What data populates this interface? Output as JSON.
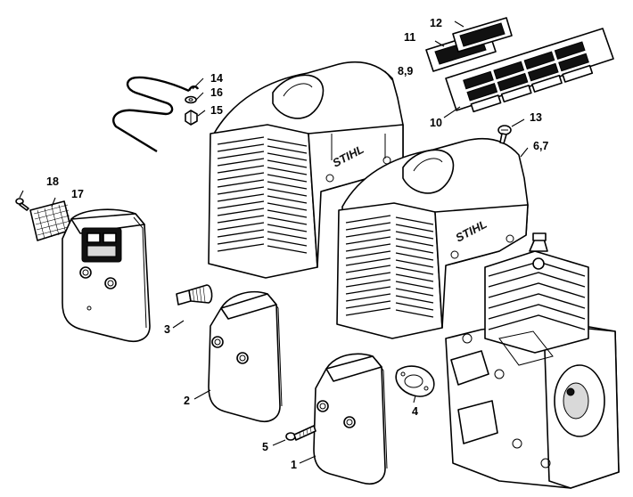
{
  "diagram": {
    "brand_mark": "STIHL",
    "callouts": {
      "c1": "1",
      "c2": "2",
      "c3": "3",
      "c4": "4",
      "c5": "5",
      "c6_7": "6,7",
      "c8_9": "8,9",
      "c10": "10",
      "c11": "11",
      "c12": "12",
      "c13": "13",
      "c14": "14",
      "c15": "15",
      "c16": "16",
      "c17": "17",
      "c18": "18"
    }
  }
}
